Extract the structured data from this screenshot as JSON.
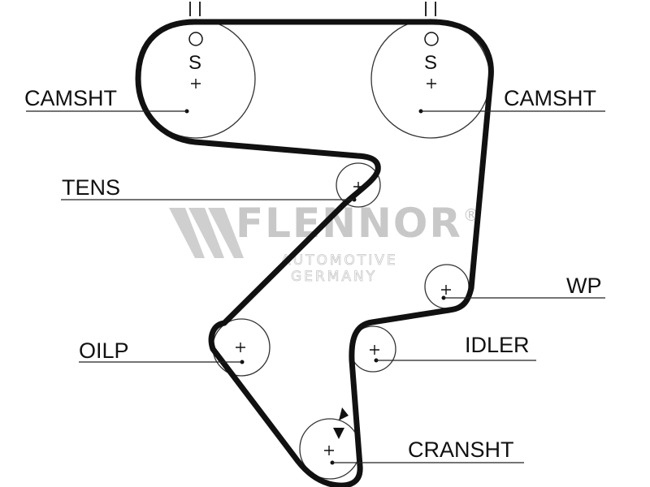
{
  "diagram": {
    "labels": {
      "camshaft_left": "CAMSHT",
      "camshaft_right": "CAMSHT",
      "tensioner": "TENS",
      "water_pump": "WP",
      "oil_pump": "OILP",
      "idler": "IDLER",
      "crankshaft": "CRANSHT"
    },
    "timing_marks": {
      "left_cam_top": "II",
      "right_cam_top": "II",
      "left_cam_letter": "S",
      "right_cam_letter": "S"
    },
    "watermark": {
      "brand": "FLENNOR",
      "line1": "AUTOMOTIVE",
      "line2": "GERMANY",
      "registered": "®"
    }
  }
}
